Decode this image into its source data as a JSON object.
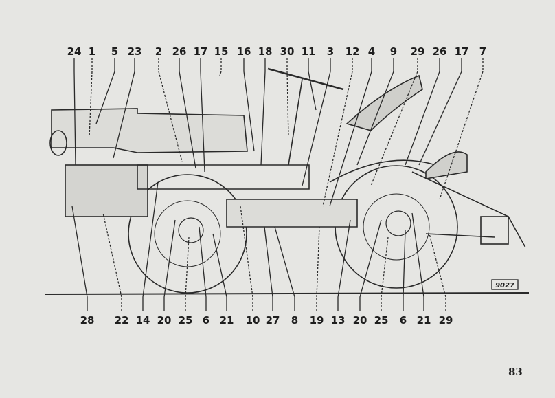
{
  "figure": {
    "top_callouts": [
      "24",
      "1",
      "5",
      "23",
      "2",
      "26",
      "17",
      "15",
      "16",
      "18",
      "30",
      "11",
      "3",
      "12",
      "4",
      "9",
      "29",
      "26",
      "17",
      "7"
    ],
    "bottom_callouts": [
      "28",
      "22",
      "14",
      "20",
      "25",
      "6",
      "21",
      "10",
      "27",
      "8",
      "19",
      "13",
      "20",
      "25",
      "6",
      "21",
      "29"
    ],
    "drawing_number": "9027"
  },
  "page_number": "83"
}
